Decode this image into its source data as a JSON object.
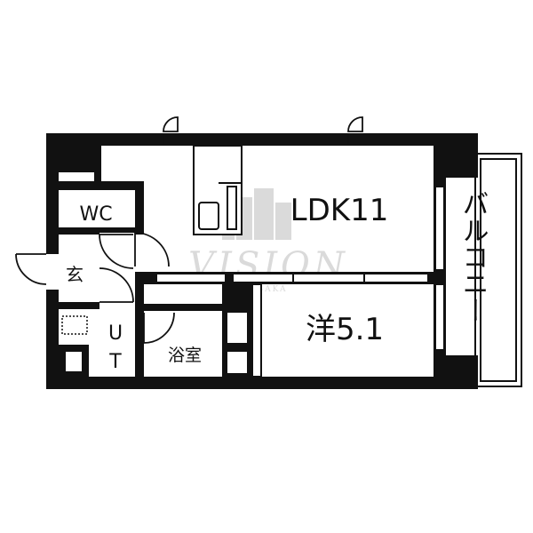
{
  "plan": {
    "rooms": {
      "ldk": "LDK11",
      "western": "洋5.1",
      "wc": "WC",
      "entrance": "玄",
      "utility_u": "U",
      "utility_t": "T",
      "bath": "浴室",
      "balcony": "バルコニー"
    },
    "watermark": {
      "brand": "VISION",
      "sub": "OSAKA"
    },
    "colors": {
      "wall": "#111111",
      "background": "#ffffff",
      "watermark": "#d6d6d6"
    }
  }
}
